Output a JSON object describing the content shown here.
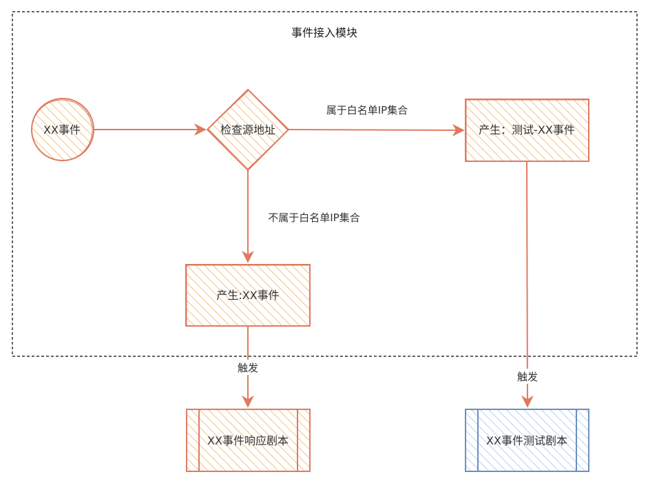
{
  "diagram": {
    "module_title": "事件接入模块",
    "nodes": {
      "start_event": "XX事件",
      "check_source": "检查源地址",
      "produce_test_event": "产生：测试-XX事件",
      "produce_event": "产生:XX事件",
      "response_playbook": "XX事件响应剧本",
      "test_playbook": "XX事件测试剧本"
    },
    "edges": {
      "in_whitelist": "属于白名单IP集合",
      "not_in_whitelist": "不属于白名单IP集合",
      "trigger_left": "触发",
      "trigger_right": "触发"
    },
    "colors": {
      "orange_stroke": "#e07a5f",
      "orange_fill": "#f5c98a",
      "blue_stroke": "#6c8ebf",
      "blue_fill": "#b3d4f5",
      "dash_border": "#000000"
    }
  }
}
